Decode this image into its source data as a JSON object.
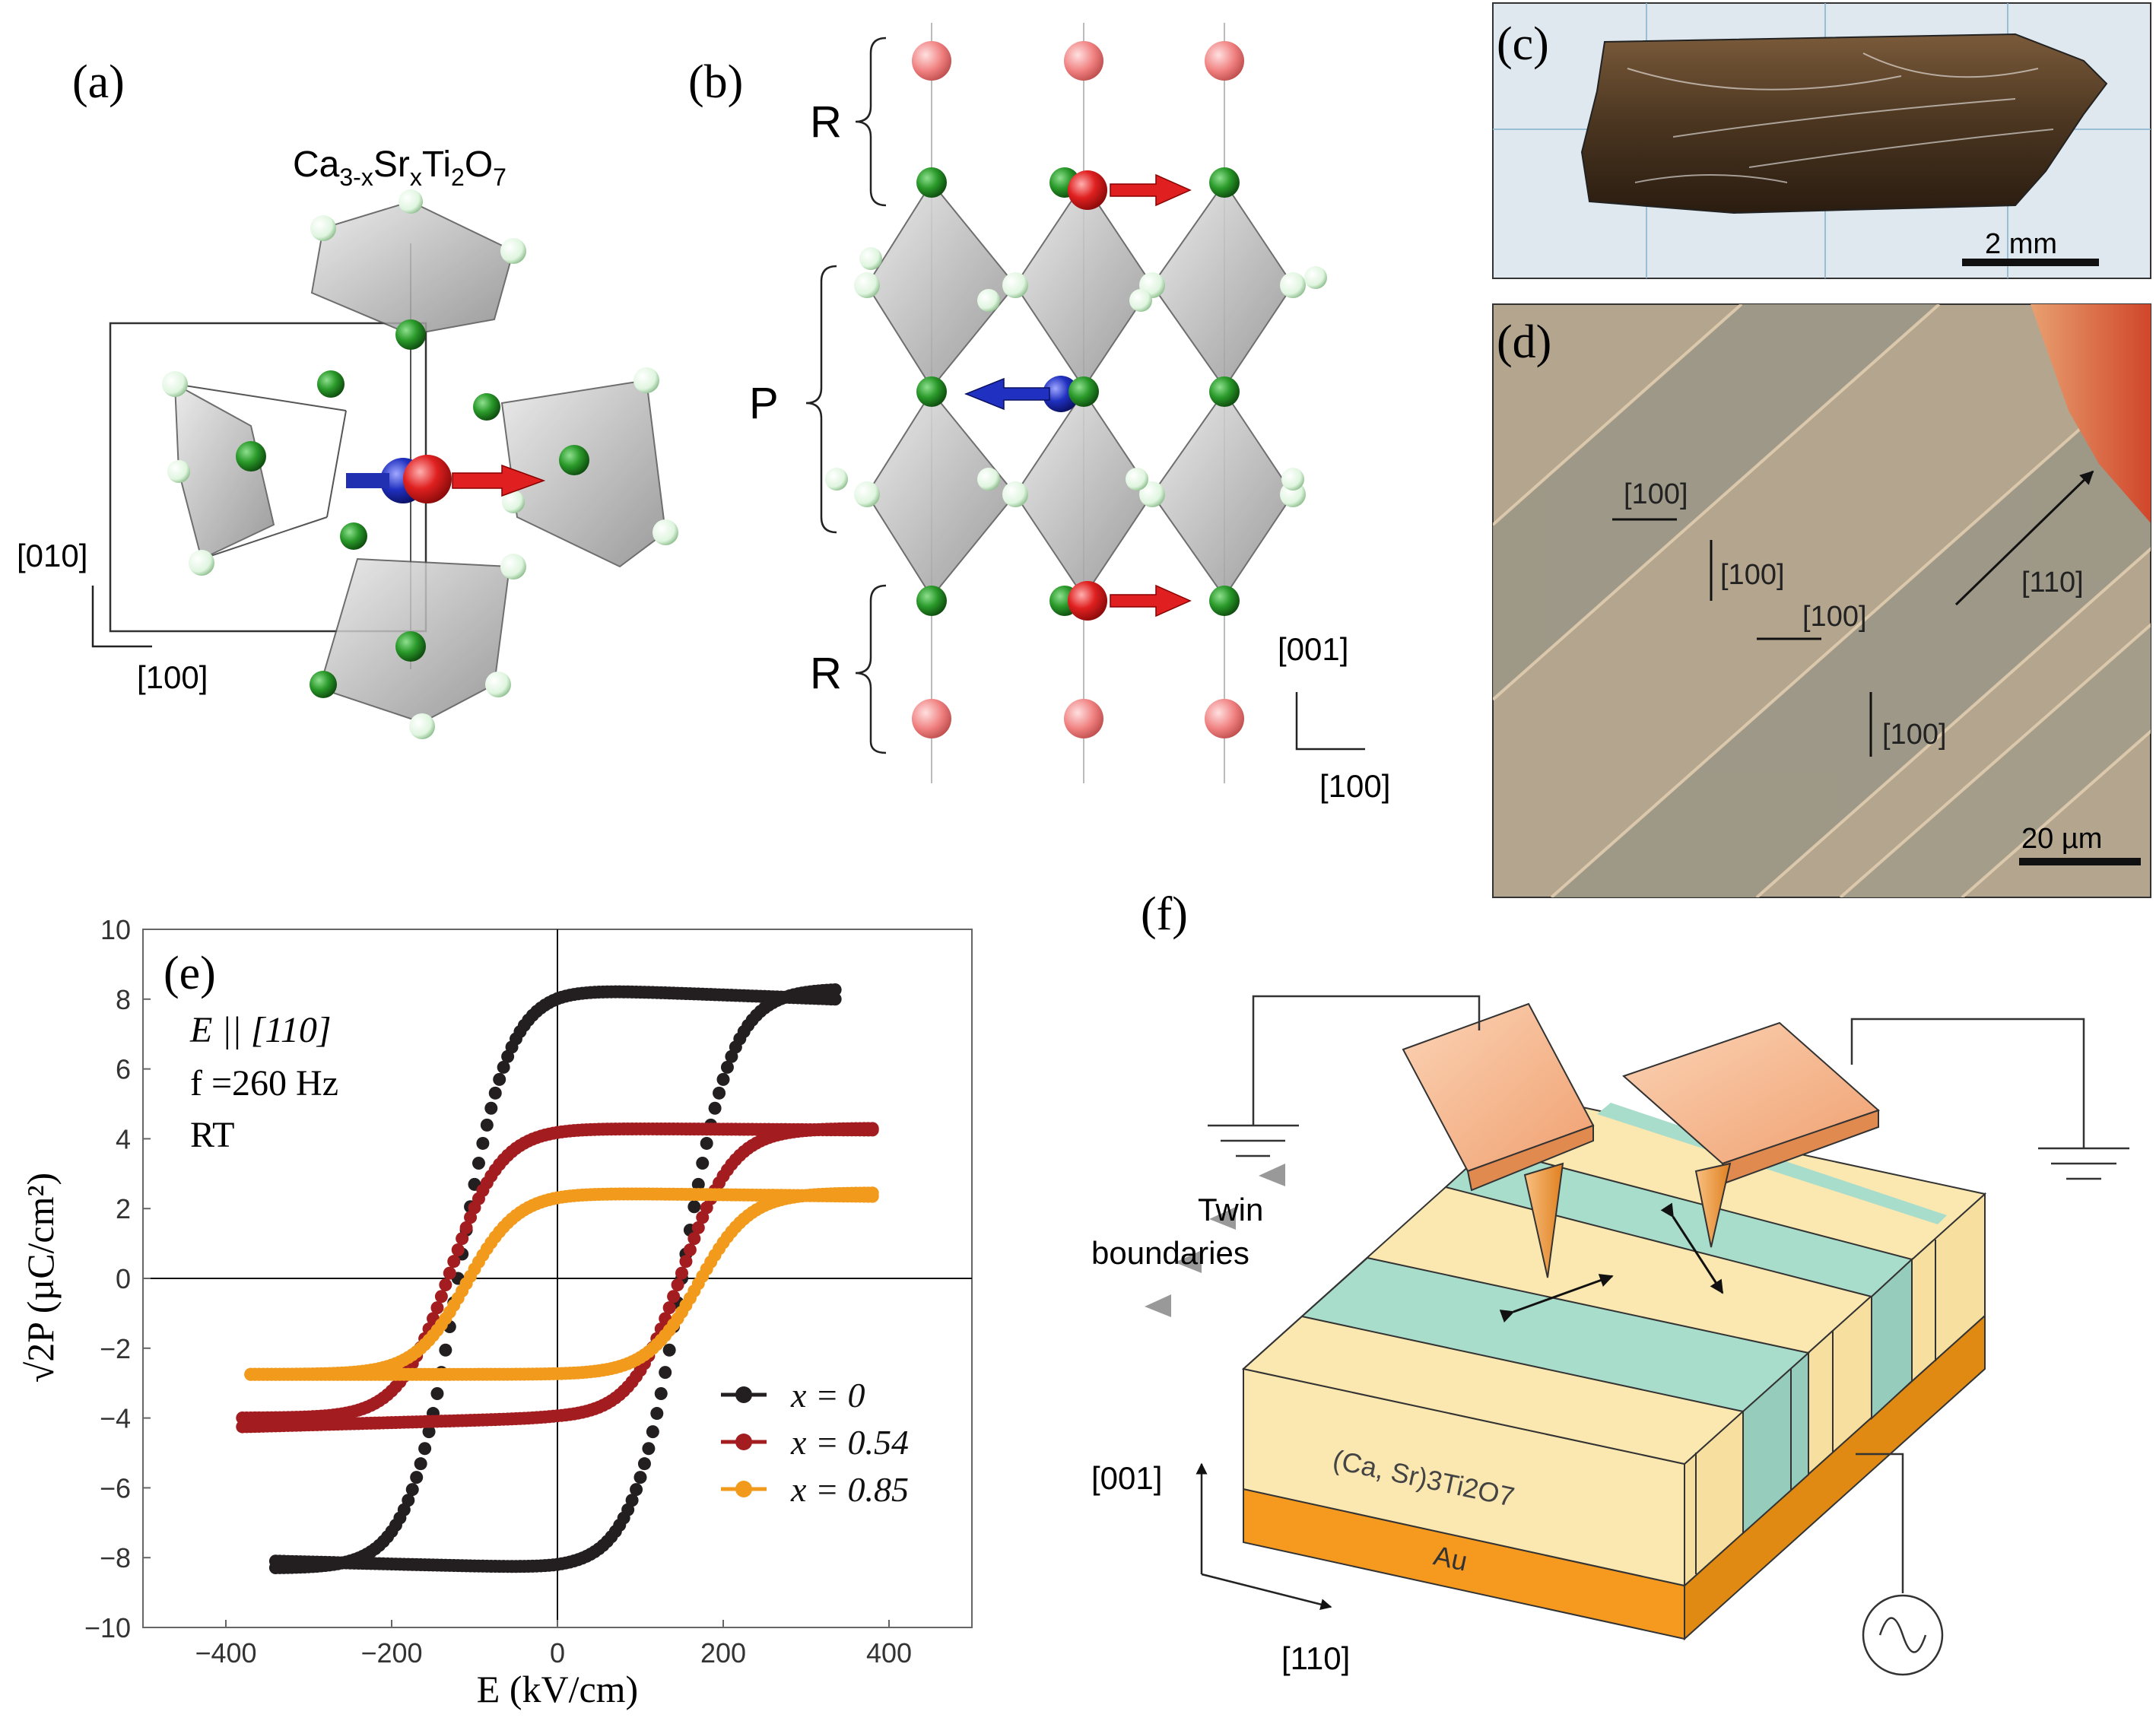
{
  "panel_labels": {
    "a": "(a)",
    "b": "(b)",
    "c": "(c)",
    "d": "(d)",
    "e": "(e)",
    "f": "(f)"
  },
  "panel_a": {
    "formula_base": "Ca",
    "formula_sub1": "3-x",
    "formula_mid": "Sr",
    "formula_sub2": "x",
    "formula_ti": "Ti",
    "formula_sub3": "2",
    "formula_o": "O",
    "formula_sub4": "7",
    "axis_vertical": "[010]",
    "axis_horizontal": "[100]"
  },
  "panel_b": {
    "label_r_top": "R",
    "label_p": "P",
    "label_r_bottom": "R",
    "axis_vertical": "[001]",
    "axis_horizontal": "[100]"
  },
  "panel_c": {
    "scale_bar": "2 mm",
    "colors": {
      "background": "#dfe8ee",
      "crystal": "#4a3520"
    }
  },
  "panel_d": {
    "scale_bar": "20 µm",
    "direction_labels": [
      "[100]",
      "[100]",
      "[100]",
      "[100]"
    ],
    "arrow_label": "[110]",
    "colors": {
      "background": "#b4a58e",
      "stripe_dark": "#9c9788",
      "edge": "#d46a3a"
    }
  },
  "panel_e": {
    "annotation_line1": "E || [110]",
    "annotation_line2": "f =260 Hz",
    "annotation_line3": "RT"
  },
  "panel_f": {
    "twin_label_1": "Twin",
    "twin_label_2": "boundaries",
    "crystal_label": "(Ca, Sr)3Ti2O7",
    "electrode_label": "Au",
    "axis_vertical": "[001]",
    "axis_horizontal": "[110]",
    "colors": {
      "yellow": "#fbe8b0",
      "teal": "#a8dccb",
      "orange": "#f5991f",
      "tip": "#f3a55c"
    }
  },
  "chart_data": {
    "type": "line",
    "xlabel": "E (kV/cm)",
    "ylabel": "√2P (µC/cm²)",
    "xlim": [
      -500,
      500
    ],
    "ylim": [
      -10,
      10
    ],
    "xticks": [
      -400,
      -200,
      0,
      200,
      400
    ],
    "yticks": [
      10,
      8,
      6,
      4,
      2,
      0,
      -2,
      -4,
      -6,
      -8,
      -10
    ],
    "legend_position": "lower-right",
    "series": [
      {
        "name": "x = 0",
        "color": "#231f20",
        "x_max": 335,
        "x_min": -340,
        "p_top": 8.3,
        "p_tip": 8.0,
        "p_bot": -8.3,
        "p_bot_tip": -8.1,
        "coercive": 150,
        "coercive_neg": -120
      },
      {
        "name": "x = 0.54",
        "color": "#a31c1f",
        "x_max": 380,
        "x_min": -380,
        "p_top": 4.3,
        "p_tip": 4.25,
        "p_bot": -4.0,
        "p_bot_tip": -4.25,
        "coercive": 150,
        "coercive_neg": -130
      },
      {
        "name": "x = 0.85",
        "color": "#f29a1c",
        "x_max": 380,
        "x_min": -370,
        "p_top": 2.45,
        "p_tip": 2.35,
        "p_bot": -2.75,
        "p_bot_tip": -2.75,
        "coercive": 170,
        "coercive_neg": -110
      }
    ]
  }
}
